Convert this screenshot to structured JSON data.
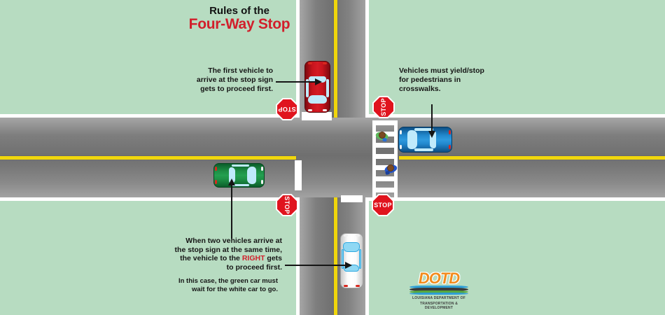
{
  "title": {
    "line1": "Rules of the",
    "line2": "Four-Way Stop"
  },
  "annotations": {
    "first_vehicle": "The first vehicle to\narrive at the stop sign\ngets to proceed first.",
    "pedestrians": "Vehicles must yield/stop\nfor pedestrians in\ncrosswalks.",
    "two_vehicles_pre": "When two vehicles arrive at\nthe stop sign at the same time,\nthe vehicle to the ",
    "two_vehicles_highlight": "RIGHT",
    "two_vehicles_post": " gets\nto proceed first.",
    "case_note": "In this case, the green car must\nwait for the white car to go."
  },
  "stop_sign": {
    "label": "STOP"
  },
  "logo": {
    "acronym": "DOTD",
    "line1": "LOUISIANA DEPARTMENT OF",
    "line2": "TRANSPORTATION & DEVELOPMENT"
  },
  "colors": {
    "background_green": "#b7dcc1",
    "road_gray": "#7c7c7c",
    "lane_yellow": "#f0d60c",
    "stop_sign_red": "#e0141e",
    "accent_red": "#d21f2b",
    "car_red": "#c0101a",
    "car_blue": "#1873b8",
    "car_green": "#15803d",
    "car_white": "#f2f2f2",
    "logo_orange": "#f28c1e"
  },
  "scene": {
    "vehicles": [
      {
        "color": "red",
        "heading": "south"
      },
      {
        "color": "blue",
        "heading": "west"
      },
      {
        "color": "green",
        "heading": "east"
      },
      {
        "color": "white",
        "heading": "north"
      }
    ],
    "stop_sign_count": 4,
    "pedestrian_count": 2
  }
}
